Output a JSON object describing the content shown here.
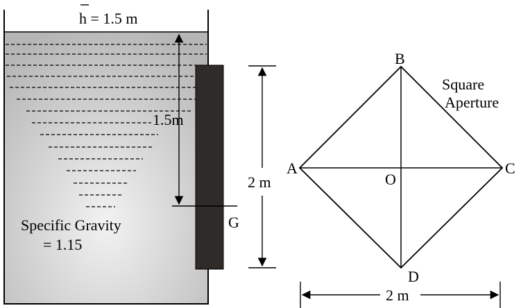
{
  "tank": {
    "head_label": "h = 1.5 m",
    "depth_label": "1.5m",
    "fluid_label_line1": "Specific Gravity",
    "fluid_label_line2": "= 1.15",
    "fluid_gradient": [
      "#b6b6b6",
      "#f2f2f2"
    ]
  },
  "plate": {
    "height_label": "2 m",
    "centroid_label": "G",
    "plate_color": "#2e2b28"
  },
  "aperture": {
    "title_line1": "Square",
    "title_line2": "Aperture",
    "vertices": {
      "A": "A",
      "B": "B",
      "C": "C",
      "D": "D",
      "O": "O"
    },
    "diagonal_label": "2 m"
  }
}
